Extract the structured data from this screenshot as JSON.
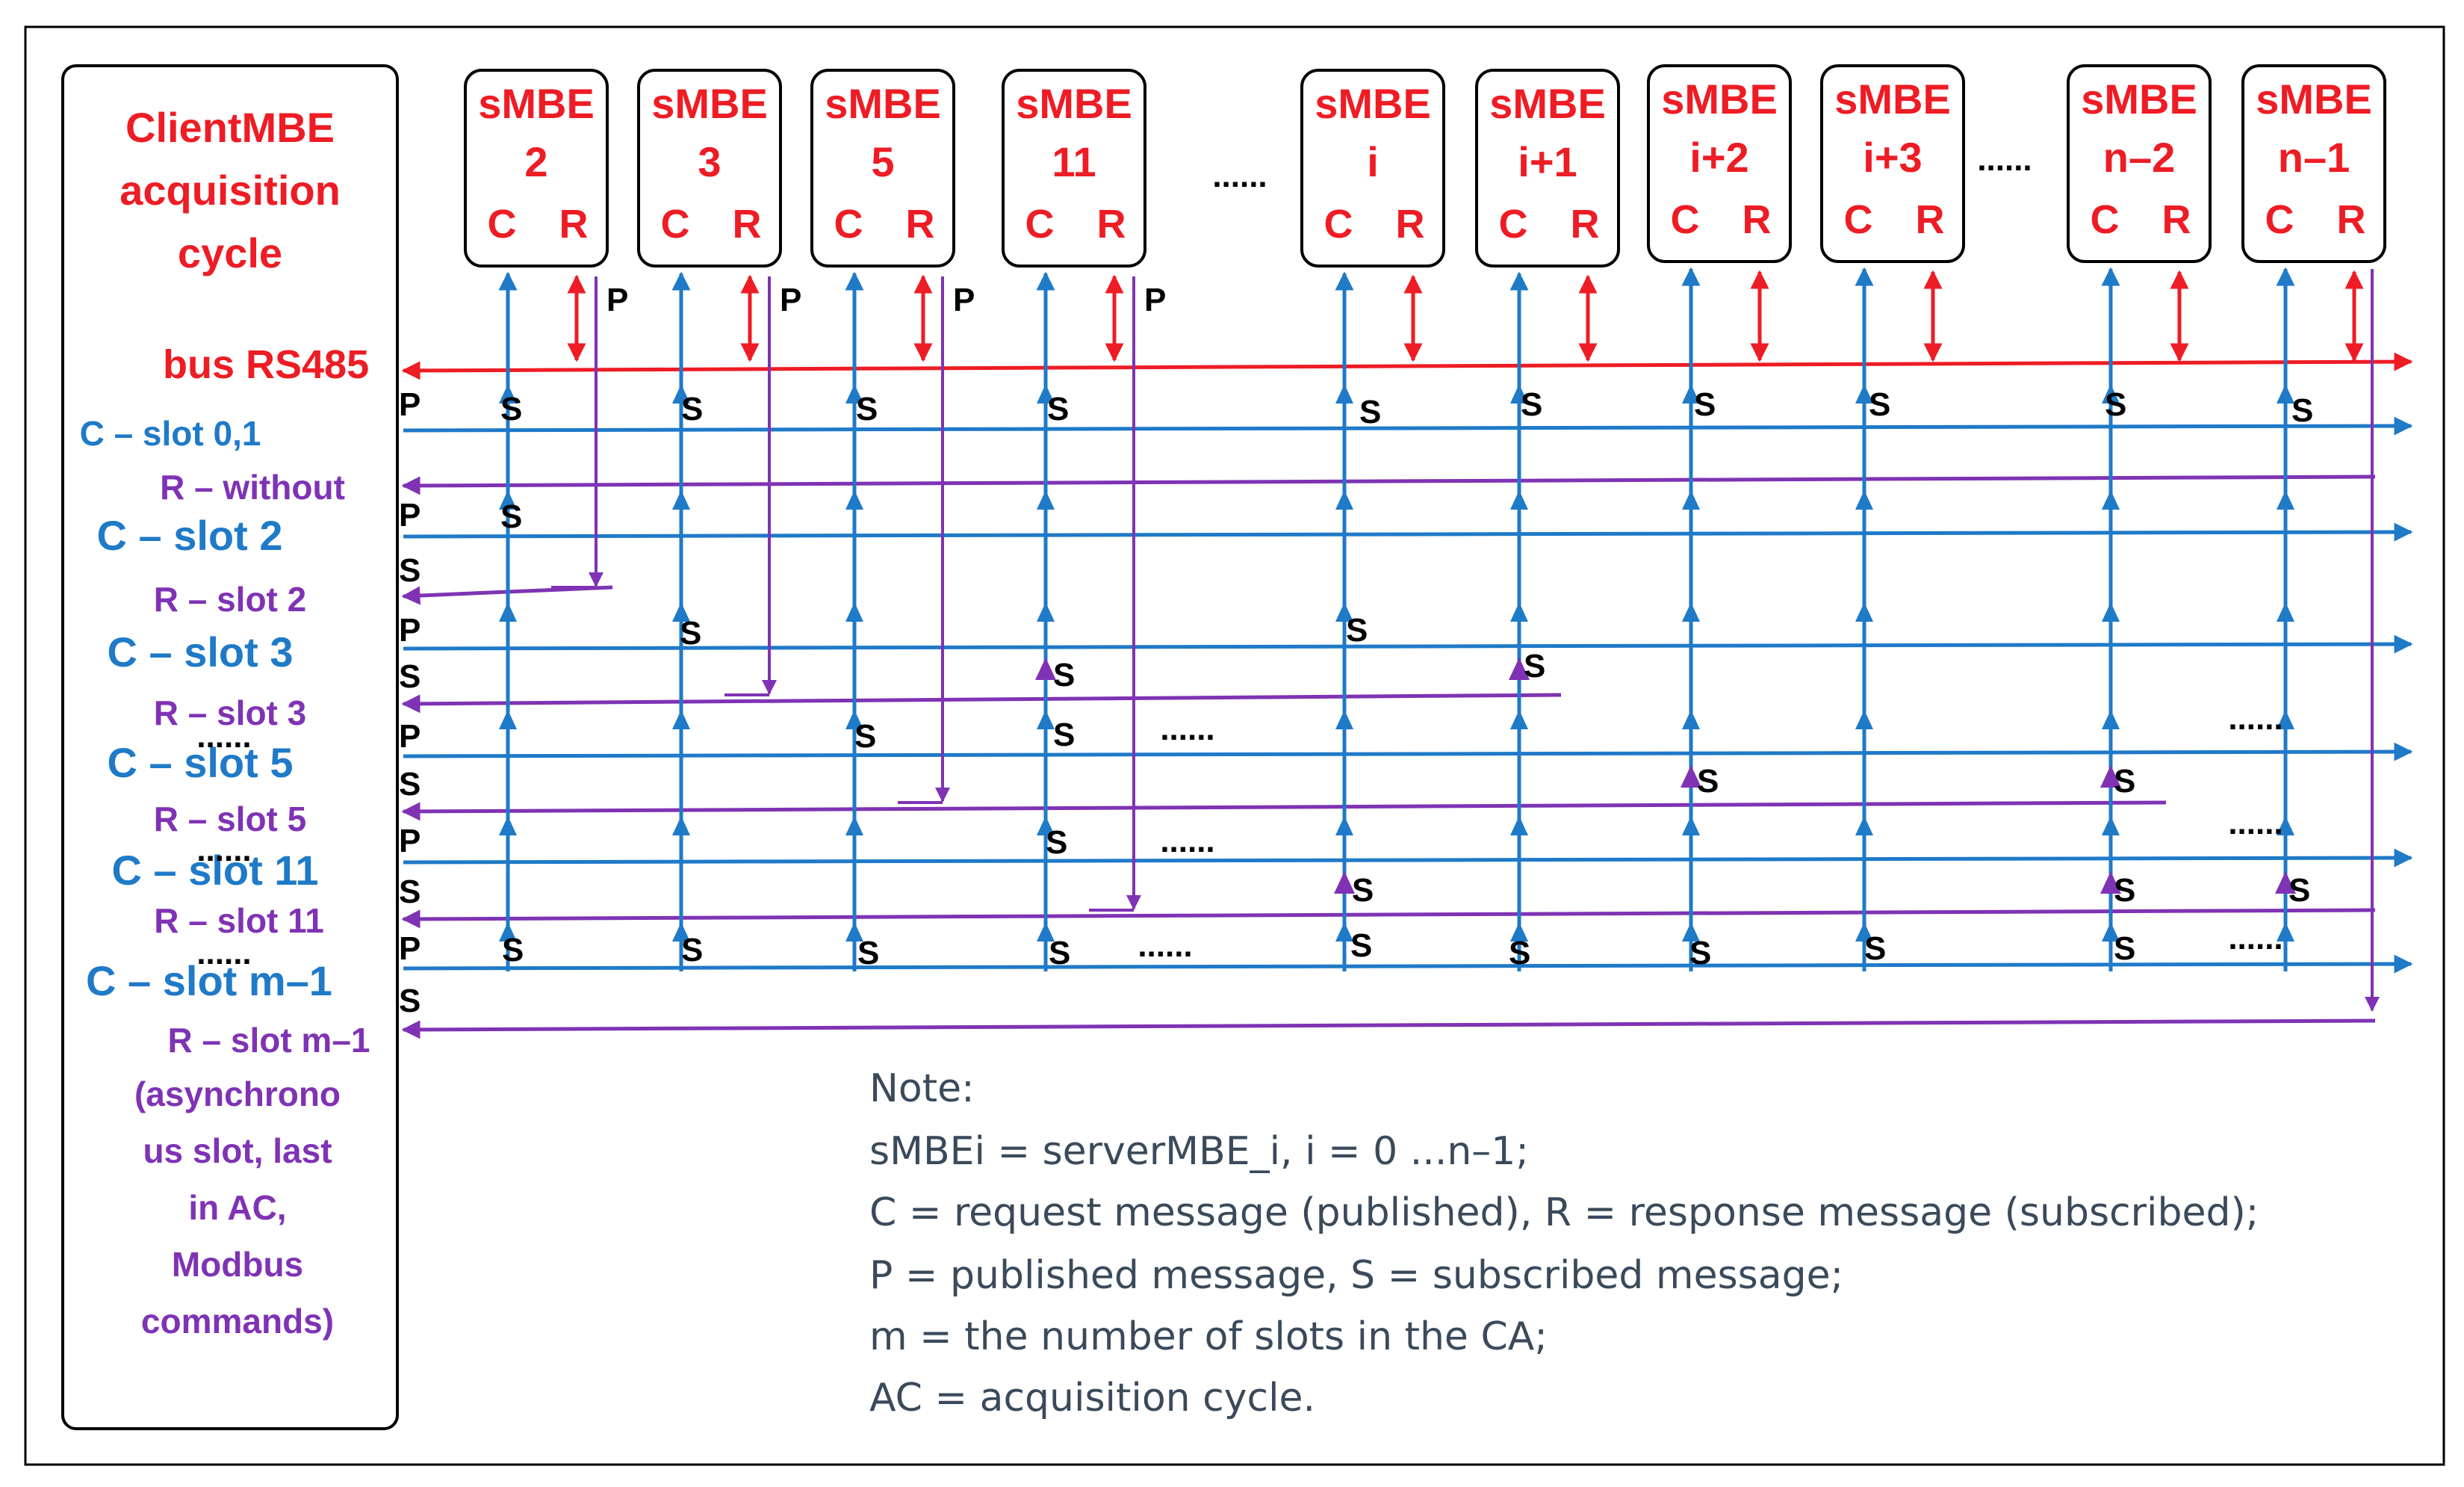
{
  "client": {
    "title_lines": [
      "ClientMBE",
      "acquisition",
      "cycle"
    ],
    "bus_label": "bus RS485",
    "end_lines": [
      "(asynchrono",
      "us slot, last",
      "in AC,",
      "Modbus",
      "commands)"
    ]
  },
  "slot_labels": [
    {
      "text": "C – slot 0,1",
      "kind": "C"
    },
    {
      "text": "R – without",
      "kind": "R"
    },
    {
      "text": "C – slot 2",
      "kind": "C"
    },
    {
      "text": "R – slot 2",
      "kind": "R"
    },
    {
      "text": "C – slot 3",
      "kind": "C"
    },
    {
      "text": "R – slot 3",
      "kind": "R"
    },
    {
      "text": "C – slot 5",
      "kind": "C"
    },
    {
      "text": "R – slot 5",
      "kind": "R"
    },
    {
      "text": "C – slot 11",
      "kind": "C"
    },
    {
      "text": "R – slot 11",
      "kind": "R"
    },
    {
      "text": "C – slot m–1",
      "kind": "C"
    },
    {
      "text": "R – slot m–1",
      "kind": "R"
    }
  ],
  "servers": [
    {
      "title": "sMBE",
      "index": "2",
      "c": "C",
      "r": "R",
      "p": "P"
    },
    {
      "title": "sMBE",
      "index": "3",
      "c": "C",
      "r": "R",
      "p": "P"
    },
    {
      "title": "sMBE",
      "index": "5",
      "c": "C",
      "r": "R",
      "p": "P"
    },
    {
      "title": "sMBE",
      "index": "11",
      "c": "C",
      "r": "R",
      "p": "P"
    },
    {
      "title": "sMBE",
      "index": "i",
      "c": "C",
      "r": "R",
      "p": ""
    },
    {
      "title": "sMBE",
      "index": "i+1",
      "c": "C",
      "r": "R",
      "p": ""
    },
    {
      "title": "sMBE",
      "index": "i+2",
      "c": "C",
      "r": "R",
      "p": ""
    },
    {
      "title": "sMBE",
      "index": "i+3",
      "c": "C",
      "r": "R",
      "p": ""
    },
    {
      "title": "sMBE",
      "index": "n–2",
      "c": "C",
      "r": "R",
      "p": ""
    },
    {
      "title": "sMBE",
      "index": "n–1",
      "c": "C",
      "r": "R",
      "p": ""
    }
  ],
  "markers": {
    "published": "P",
    "subscribed": "S",
    "ellipsis": "......"
  },
  "note": {
    "title": "Note:",
    "lines": [
      "sMBEi = serverMBE_i,  i = 0 ...n–1;",
      "C = request message (published), R = response message (subscribed);",
      "P = published message, S = subscribed message;",
      "m = the number of slots in the CA;",
      "AC = acquisition cycle."
    ]
  },
  "colors": {
    "red": "#ee1c24",
    "blue": "#1f7ac8",
    "purple": "#7f33b4",
    "black": "#000000",
    "note": "#3a4a5a"
  }
}
